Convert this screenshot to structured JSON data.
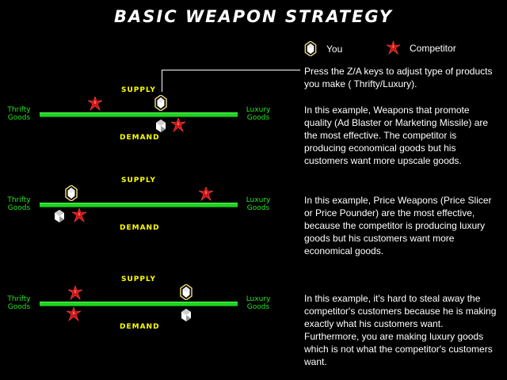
{
  "title": "BASIC WEAPON STRATEGY",
  "legend": {
    "you": "You",
    "competitor": "Competitor",
    "you_icon": "white-gem-icon",
    "competitor_icon": "red-star-icon"
  },
  "instructions": "Press the Z/A keys to adjust type of products you make ( Thrifty/Luxury).",
  "axis": {
    "supply": "SUPPLY",
    "demand": "DEMAND",
    "thrifty_line1": "Thrifty",
    "thrifty_line2": "Goods",
    "luxury_line1": "Luxury",
    "luxury_line2": "Goods"
  },
  "colors": {
    "bar": "#1fd41f",
    "axis_labels": "#ffff00",
    "side_labels": "#22e622",
    "you": "#ffffff",
    "competitor": "#cc1111"
  },
  "examples": [
    {
      "text": "In this example, Weapons that promote quality (Ad Blaster or Marketing Missile) are the most effective. The competitor is producing economical goods but his customers want more upscale goods.",
      "supply_you": 0.61,
      "supply_competitor": 0.28,
      "demand_you": 0.61,
      "demand_competitor": 0.7
    },
    {
      "text": "In this example, Price Weapons (Price Slicer or Price Pounder) are the most effective, because the competitor is producing luxury goods but his customers want more economical goods.",
      "supply_you": 0.16,
      "supply_competitor": 0.84,
      "demand_you": 0.1,
      "demand_competitor": 0.2
    },
    {
      "text": "In this example, it's hard to steal away the competitor's customers because he is making exactly what his customers want. Furthermore, you are making luxury goods which is not what the competitor's customers want.",
      "supply_you": 0.74,
      "supply_competitor": 0.18,
      "demand_you": 0.74,
      "demand_competitor": 0.17
    }
  ]
}
